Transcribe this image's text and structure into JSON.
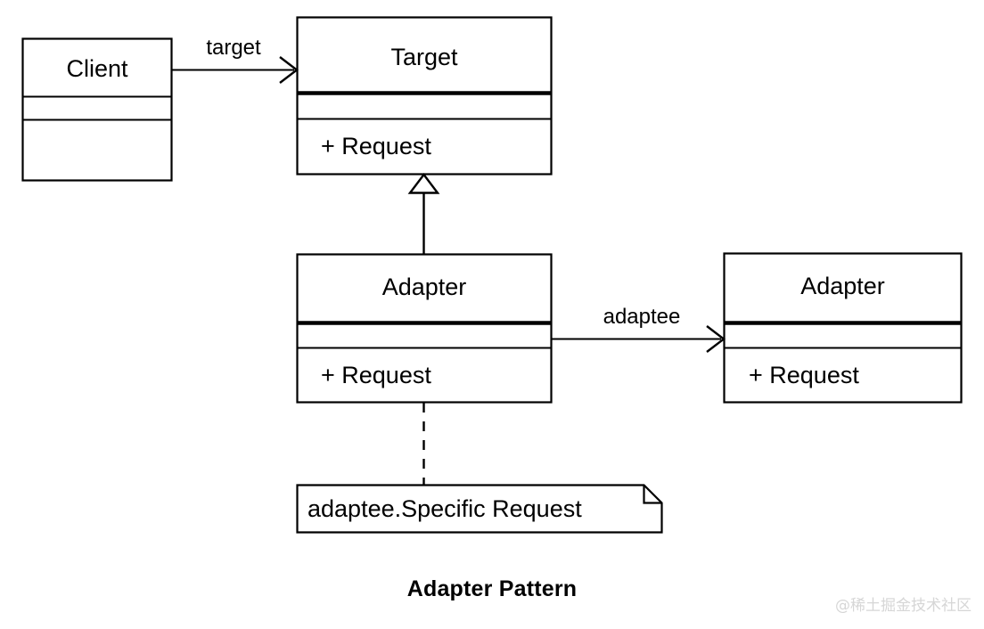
{
  "diagram": {
    "title": "Adapter Pattern",
    "watermark": "@稀土掘金技术社区",
    "background_color": "#ffffff",
    "stroke_color": "#000000",
    "type": "uml-class-diagram"
  },
  "classes": {
    "client": {
      "name": "Client",
      "compartment_middle": "",
      "compartment_bottom": ""
    },
    "target": {
      "name": "Target",
      "compartment_middle": "",
      "method": "+ Request"
    },
    "adapter_left": {
      "name": "Adapter",
      "compartment_middle": "",
      "method": "+ Request"
    },
    "adapter_right": {
      "name": "Adapter",
      "compartment_middle": "",
      "method": "+ Request"
    }
  },
  "note": {
    "text": "adaptee.Specific Request"
  },
  "edges": {
    "client_to_target": {
      "label": "target",
      "kind": "association-open-arrow",
      "from": "Client",
      "to": "Target"
    },
    "adapter_to_target": {
      "label": "",
      "kind": "generalization-hollow-triangle",
      "from": "Adapter",
      "to": "Target"
    },
    "adapter_to_adaptee": {
      "label": "adaptee",
      "kind": "association-open-arrow",
      "from": "Adapter",
      "to": "Adapter"
    },
    "adapter_to_note": {
      "label": "",
      "kind": "dashed-link",
      "from": "Adapter",
      "to": "Note"
    }
  }
}
